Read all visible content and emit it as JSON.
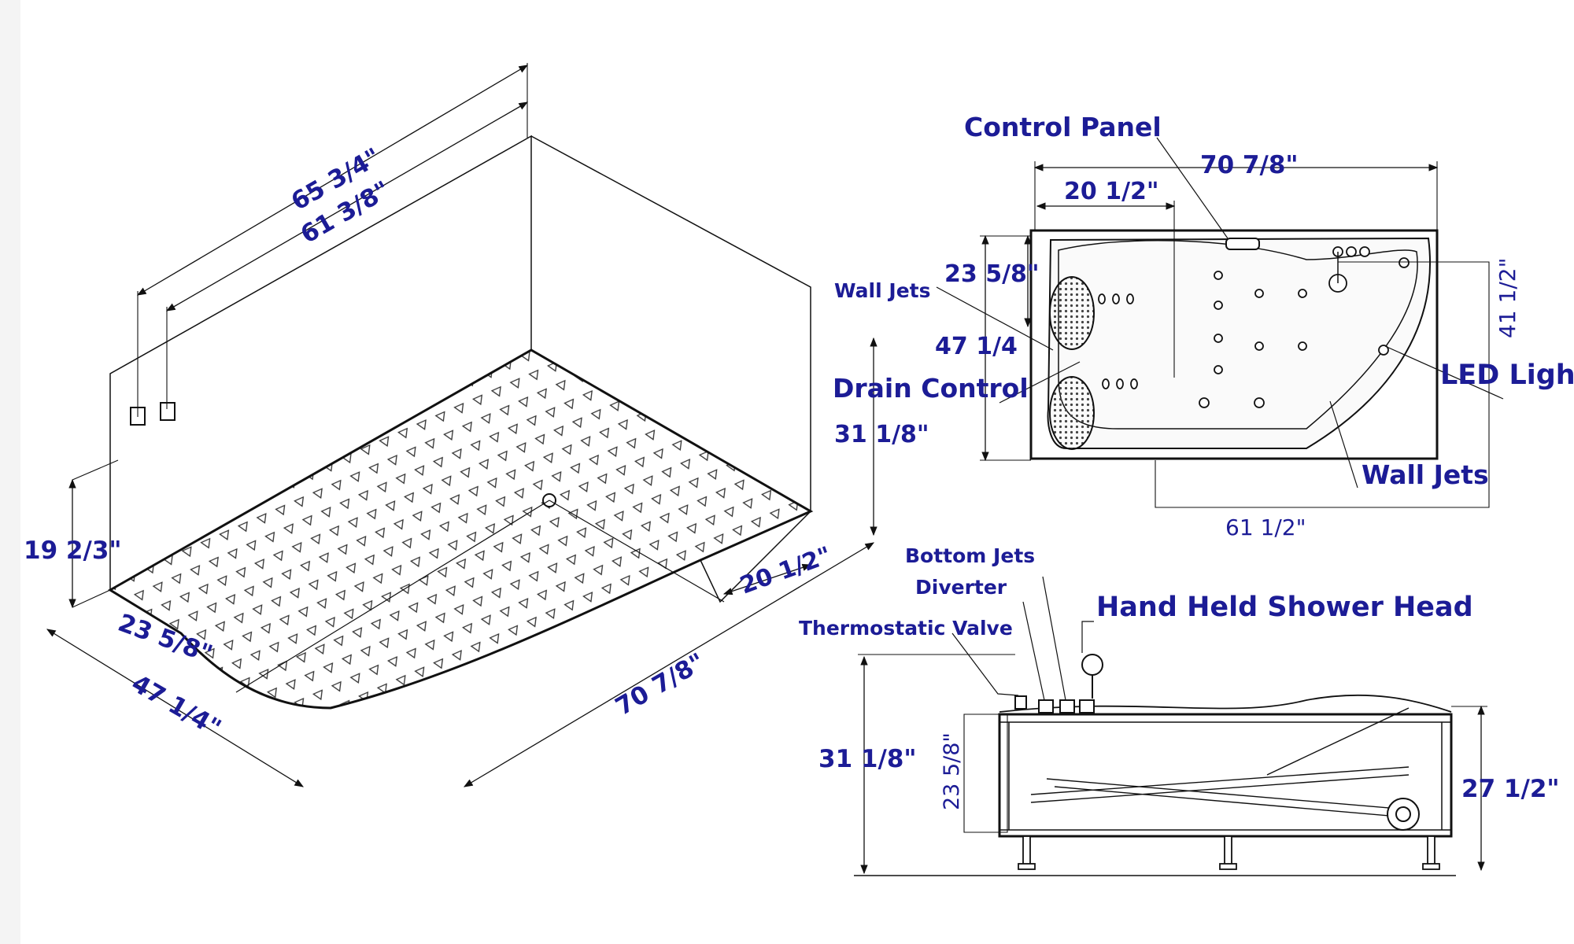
{
  "iso_view": {
    "dim_length_back": "65 3/4\"",
    "dim_length_inner": "61 3/8\"",
    "dim_height": "19 2/3\"",
    "dim_depth_inner": "23 5/8\"",
    "dim_depth": "47 1/4\"",
    "dim_length_front": "70 7/8\"",
    "dim_right_side": "20 1/2\""
  },
  "top_view": {
    "label_control_panel": "Control Panel",
    "dim_length": "70 7/8\"",
    "dim_left_width": "20 1/2\"",
    "dim_inner_depth": "23 5/8\"",
    "label_wall_jets_left": "Wall Jets",
    "dim_depth": "47 1/4",
    "label_drain_control": "Drain Control",
    "dim_side_depth": "31 1/8\"",
    "dim_right_depth": "41 1/2\"",
    "label_led_light": "LED Light",
    "label_wall_jets_right": "Wall Jets",
    "dim_inner_length": "61 1/2\""
  },
  "side_view": {
    "label_bottom_jets": "Bottom Jets",
    "label_diverter": "Diverter",
    "label_thermostatic": "Thermostatic Valve",
    "label_shower_head": "Hand Held Shower Head",
    "dim_total_height": "31 1/8\"",
    "dim_inner_height": "23 5/8\"",
    "dim_tub_height": "27 1/2\""
  }
}
